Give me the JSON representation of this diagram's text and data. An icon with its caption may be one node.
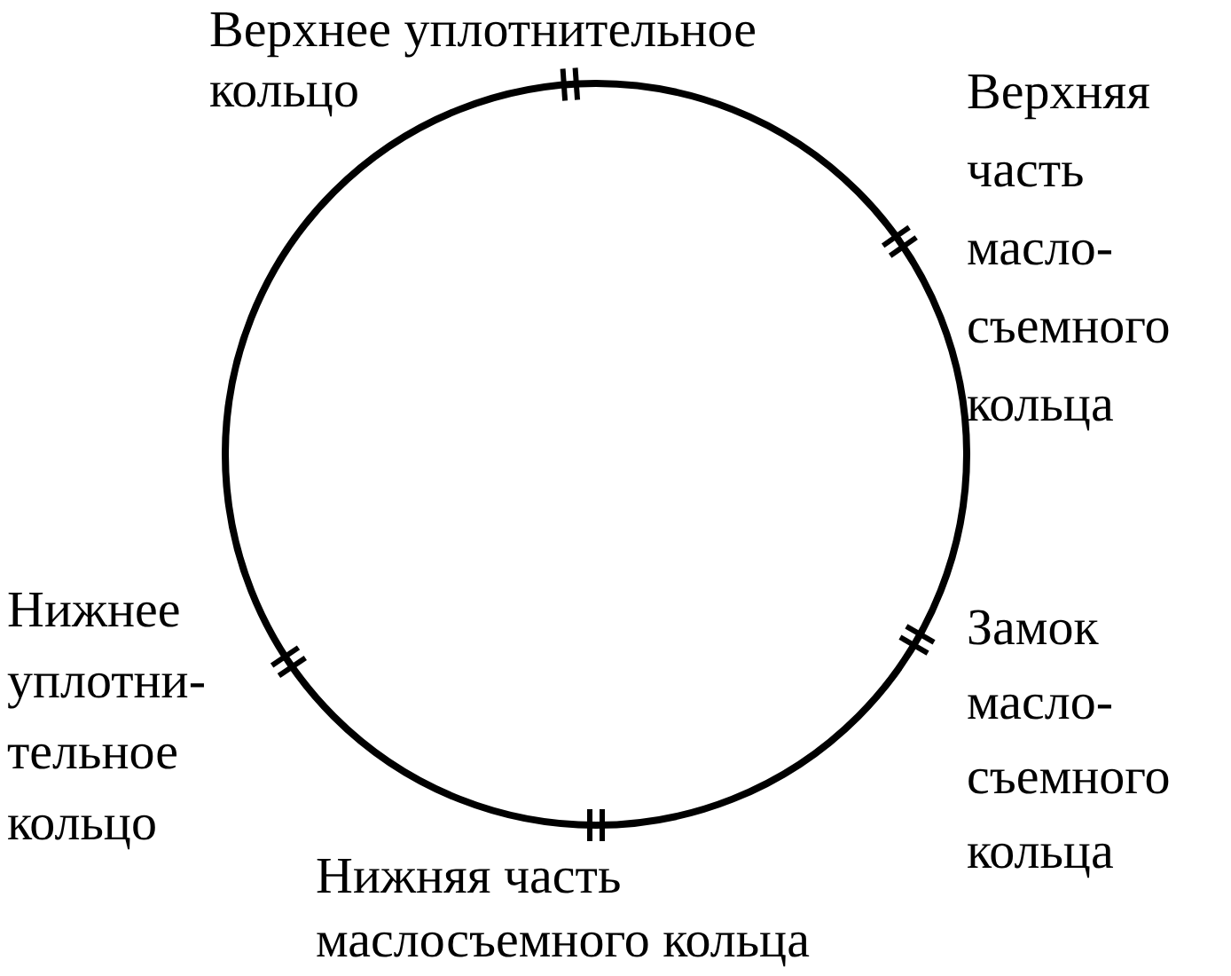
{
  "diagram": {
    "labels": [
      "Верхнее уплотнительное кольцо",
      "Верхняя часть масло- съемного кольца",
      "Нижнее уплотни- тельное кольцо",
      "Замок масло- съемного кольца",
      "Нижняя часть маслосъемного кольца"
    ]
  }
}
